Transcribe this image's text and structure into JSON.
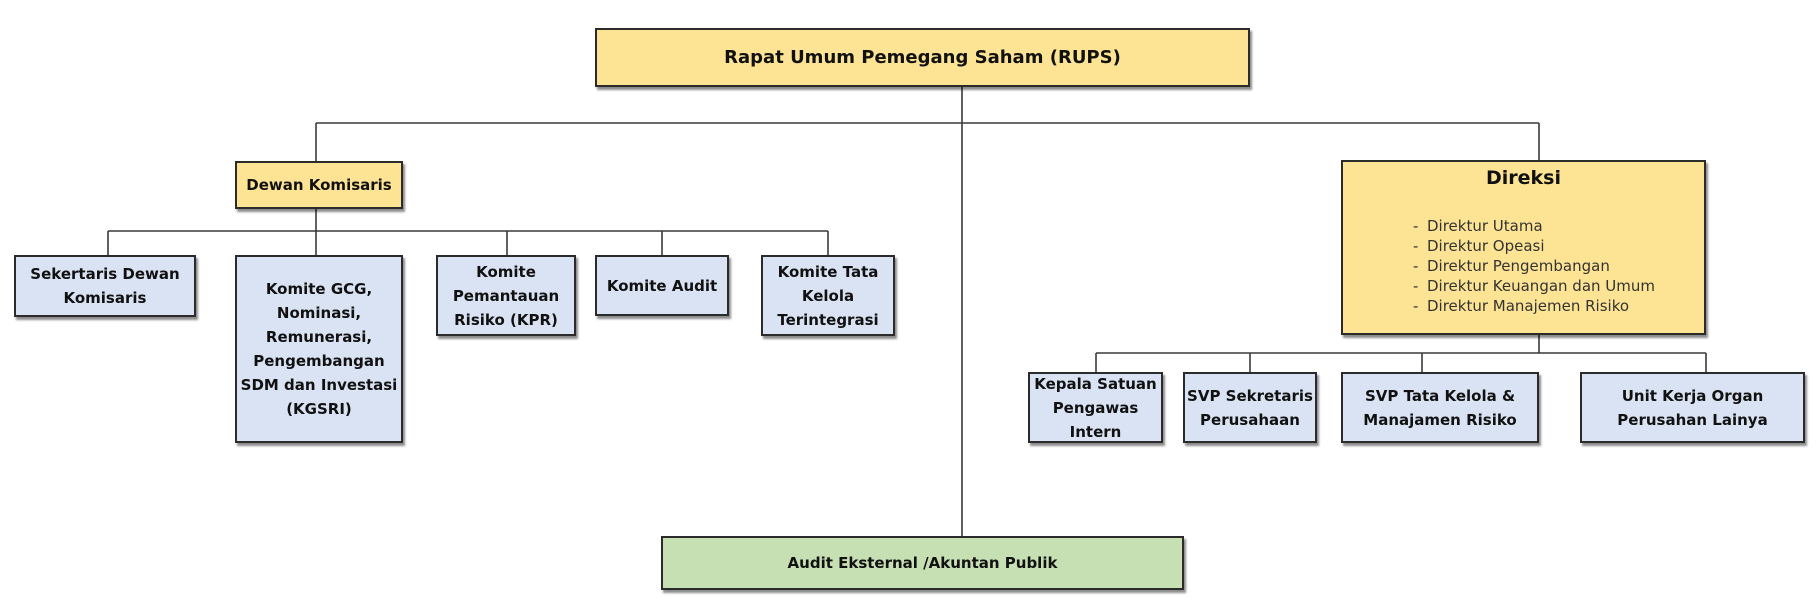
{
  "rups": {
    "label": "Rapat Umum Pemegang Saham (RUPS)"
  },
  "dewan_komisaris": {
    "label": "Dewan Komisaris",
    "children": [
      {
        "lines": [
          "Sekertaris Dewan",
          "Komisaris"
        ]
      },
      {
        "lines": [
          "Komite GCG,",
          "Nominasi,",
          "Remunerasi,",
          "Pengembangan",
          "SDM dan Investasi",
          "(KGSRI)"
        ]
      },
      {
        "lines": [
          "Komite",
          "Pemantauan",
          "Risiko (KPR)"
        ]
      },
      {
        "lines": [
          "Komite Audit"
        ]
      },
      {
        "lines": [
          "Komite Tata",
          "Kelola",
          "Terintegrasi"
        ]
      }
    ]
  },
  "direksi": {
    "label": "Direksi",
    "members": [
      "Direktur Utama",
      "Direktur Opeasi",
      "Direktur Pengembangan",
      "Direktur Keuangan dan Umum",
      "Direktur Manajemen Risiko"
    ],
    "children": [
      {
        "lines": [
          "Kepala Satuan",
          "Pengawas",
          "Intern"
        ]
      },
      {
        "lines": [
          "SVP Sekretaris",
          "Perusahaan"
        ]
      },
      {
        "lines": [
          "SVP Tata Kelola &",
          "Manajamen Risiko"
        ]
      },
      {
        "lines": [
          "Unit Kerja Organ",
          "Perusahan Lainya"
        ]
      }
    ]
  },
  "audit_eksternal": {
    "label": "Audit Eksternal /Akuntan Publik"
  },
  "colors": {
    "governance_box": "#fde495",
    "unit_box": "#dae3f3",
    "external_box": "#c6e0b4",
    "border": "#2b2b2b"
  }
}
